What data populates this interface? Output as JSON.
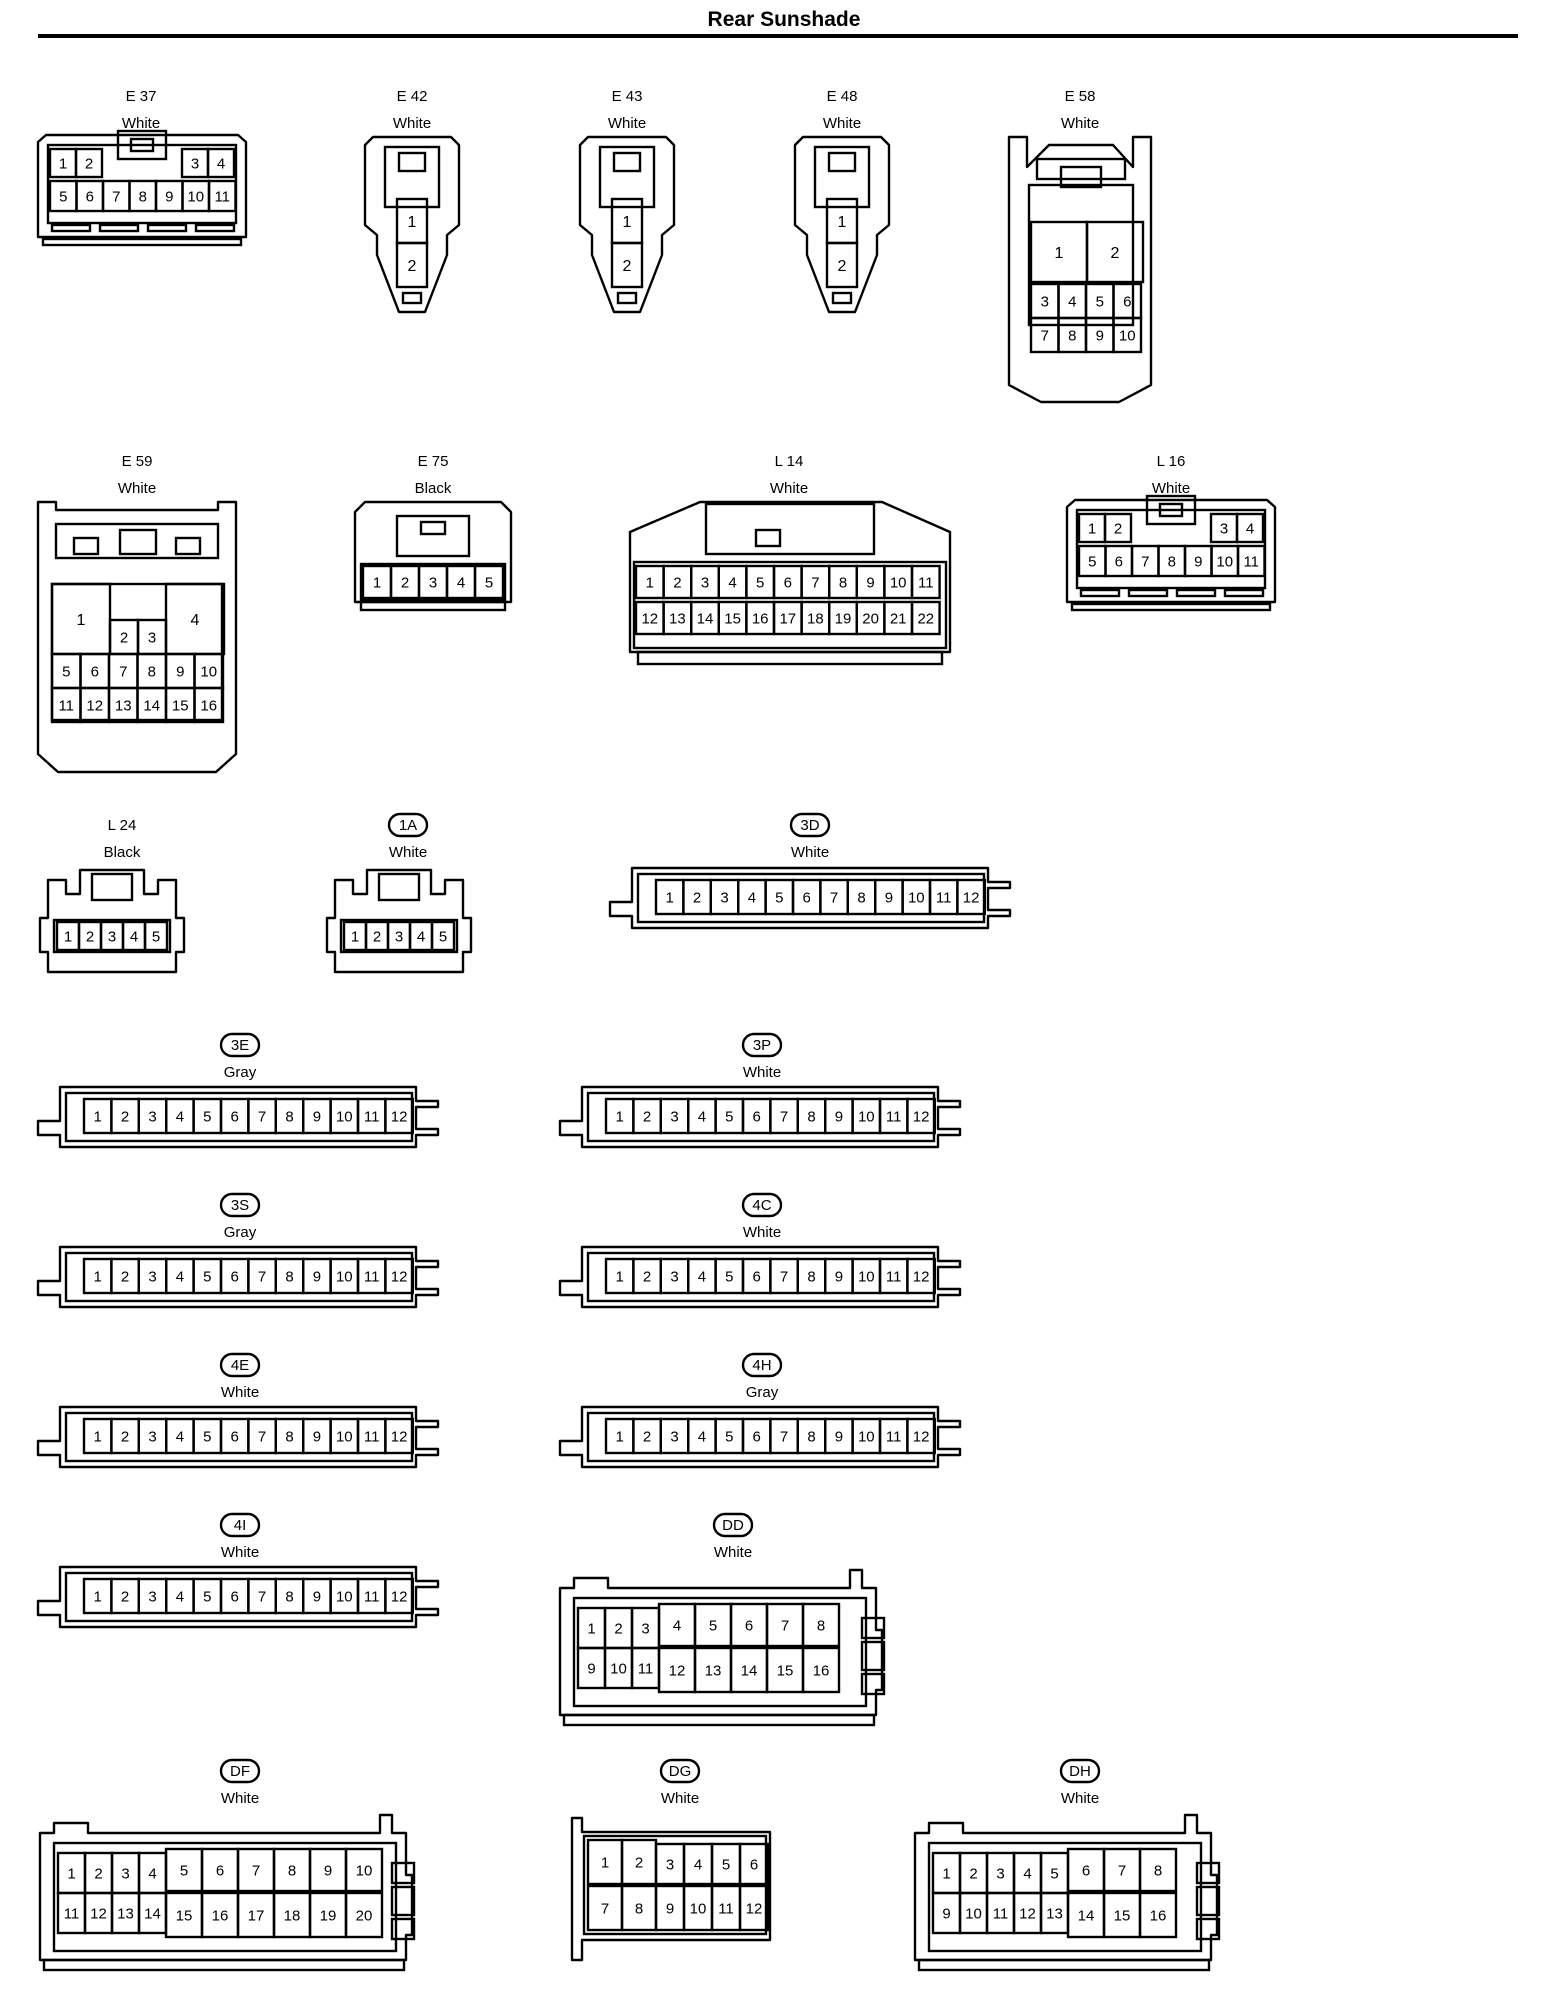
{
  "page": {
    "title": "Rear Sunshade"
  },
  "connectors": [
    {
      "id": "E 37",
      "color": "White",
      "code_style": "plain",
      "pins": [
        "1",
        "2",
        "3",
        "4",
        "5",
        "6",
        "7",
        "8",
        "9",
        "10",
        "11"
      ]
    },
    {
      "id": "E 42",
      "color": "White",
      "code_style": "plain",
      "pins": [
        "1",
        "2"
      ]
    },
    {
      "id": "E 43",
      "color": "White",
      "code_style": "plain",
      "pins": [
        "1",
        "2"
      ]
    },
    {
      "id": "E 48",
      "color": "White",
      "code_style": "plain",
      "pins": [
        "1",
        "2"
      ]
    },
    {
      "id": "E 58",
      "color": "White",
      "code_style": "plain",
      "pins": [
        "1",
        "2",
        "3",
        "4",
        "5",
        "6",
        "7",
        "8",
        "9",
        "10"
      ]
    },
    {
      "id": "E 59",
      "color": "White",
      "code_style": "plain",
      "pins": [
        "1",
        "2",
        "3",
        "4",
        "5",
        "6",
        "7",
        "8",
        "9",
        "10",
        "11",
        "12",
        "13",
        "14",
        "15",
        "16"
      ]
    },
    {
      "id": "E 75",
      "color": "Black",
      "code_style": "plain",
      "pins": [
        "1",
        "2",
        "3",
        "4",
        "5"
      ]
    },
    {
      "id": "L 14",
      "color": "White",
      "code_style": "plain",
      "pins": [
        "1",
        "2",
        "3",
        "4",
        "5",
        "6",
        "7",
        "8",
        "9",
        "10",
        "11",
        "12",
        "13",
        "14",
        "15",
        "16",
        "17",
        "18",
        "19",
        "20",
        "21",
        "22"
      ]
    },
    {
      "id": "L 16",
      "color": "White",
      "code_style": "plain",
      "pins": [
        "1",
        "2",
        "3",
        "4",
        "5",
        "6",
        "7",
        "8",
        "9",
        "10",
        "11"
      ]
    },
    {
      "id": "L 24",
      "color": "Black",
      "code_style": "plain",
      "pins": [
        "1",
        "2",
        "3",
        "4",
        "5"
      ]
    },
    {
      "id": "1A",
      "color": "White",
      "code_style": "oval",
      "pins": [
        "1",
        "2",
        "3",
        "4",
        "5"
      ]
    },
    {
      "id": "3D",
      "color": "White",
      "code_style": "oval",
      "pins": [
        "1",
        "2",
        "3",
        "4",
        "5",
        "6",
        "7",
        "8",
        "9",
        "10",
        "11",
        "12"
      ]
    },
    {
      "id": "3E",
      "color": "Gray",
      "code_style": "oval",
      "pins": [
        "1",
        "2",
        "3",
        "4",
        "5",
        "6",
        "7",
        "8",
        "9",
        "10",
        "11",
        "12"
      ]
    },
    {
      "id": "3P",
      "color": "White",
      "code_style": "oval",
      "pins": [
        "1",
        "2",
        "3",
        "4",
        "5",
        "6",
        "7",
        "8",
        "9",
        "10",
        "11",
        "12"
      ]
    },
    {
      "id": "3S",
      "color": "Gray",
      "code_style": "oval",
      "pins": [
        "1",
        "2",
        "3",
        "4",
        "5",
        "6",
        "7",
        "8",
        "9",
        "10",
        "11",
        "12"
      ]
    },
    {
      "id": "4C",
      "color": "White",
      "code_style": "oval",
      "pins": [
        "1",
        "2",
        "3",
        "4",
        "5",
        "6",
        "7",
        "8",
        "9",
        "10",
        "11",
        "12"
      ]
    },
    {
      "id": "4E",
      "color": "White",
      "code_style": "oval",
      "pins": [
        "1",
        "2",
        "3",
        "4",
        "5",
        "6",
        "7",
        "8",
        "9",
        "10",
        "11",
        "12"
      ]
    },
    {
      "id": "4H",
      "color": "Gray",
      "code_style": "oval",
      "pins": [
        "1",
        "2",
        "3",
        "4",
        "5",
        "6",
        "7",
        "8",
        "9",
        "10",
        "11",
        "12"
      ]
    },
    {
      "id": "4I",
      "color": "White",
      "code_style": "oval",
      "pins": [
        "1",
        "2",
        "3",
        "4",
        "5",
        "6",
        "7",
        "8",
        "9",
        "10",
        "11",
        "12"
      ]
    },
    {
      "id": "DD",
      "color": "White",
      "code_style": "oval",
      "pins": [
        "1",
        "2",
        "3",
        "4",
        "5",
        "6",
        "7",
        "8",
        "9",
        "10",
        "11",
        "12",
        "13",
        "14",
        "15",
        "16"
      ]
    },
    {
      "id": "DF",
      "color": "White",
      "code_style": "oval",
      "pins": [
        "1",
        "2",
        "3",
        "4",
        "5",
        "6",
        "7",
        "8",
        "9",
        "10",
        "11",
        "12",
        "13",
        "14",
        "15",
        "16",
        "17",
        "18",
        "19",
        "20"
      ]
    },
    {
      "id": "DG",
      "color": "White",
      "code_style": "oval",
      "pins": [
        "1",
        "2",
        "3",
        "4",
        "5",
        "6",
        "7",
        "8",
        "9",
        "10",
        "11",
        "12"
      ]
    },
    {
      "id": "DH",
      "color": "White",
      "code_style": "oval",
      "pins": [
        "1",
        "2",
        "3",
        "4",
        "5",
        "6",
        "7",
        "8",
        "9",
        "10",
        "11",
        "12",
        "13",
        "14",
        "15",
        "16"
      ]
    }
  ]
}
